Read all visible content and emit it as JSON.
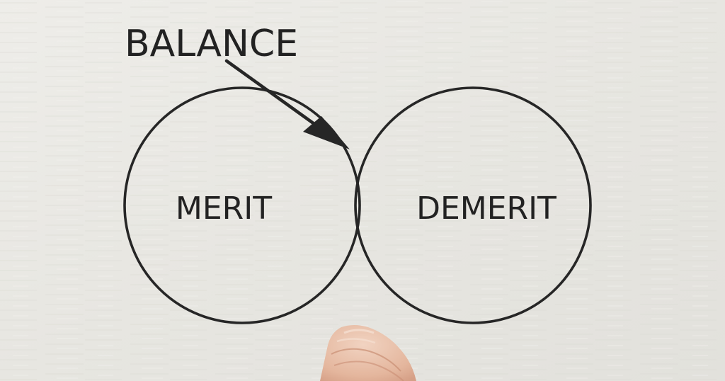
{
  "diagram": {
    "balance_label": "BALANCE",
    "left_label": "MERIT",
    "right_label": "DEMERIT"
  },
  "colors": {
    "background": "#e9e8e3",
    "line": "#262626",
    "text": "#222222",
    "skin": "#e9c3ad"
  }
}
